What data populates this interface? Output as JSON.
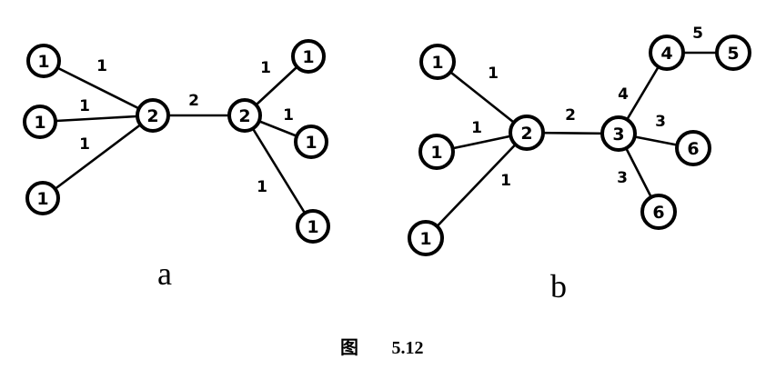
{
  "diagrams": [
    {
      "label": "a",
      "nodes": [
        "1",
        "1",
        "1",
        "2",
        "2",
        "1",
        "1",
        "1"
      ],
      "edges": [
        "1",
        "1",
        "1",
        "2",
        "1",
        "1",
        "1"
      ]
    },
    {
      "label": "b",
      "nodes": [
        "1",
        "1",
        "1",
        "2",
        "3",
        "4",
        "5",
        "6",
        "6"
      ],
      "edges": [
        "1",
        "1",
        "1",
        "2",
        "4",
        "5",
        "3",
        "3"
      ]
    }
  ],
  "caption": {
    "prefix": "图",
    "number": "5.12"
  }
}
